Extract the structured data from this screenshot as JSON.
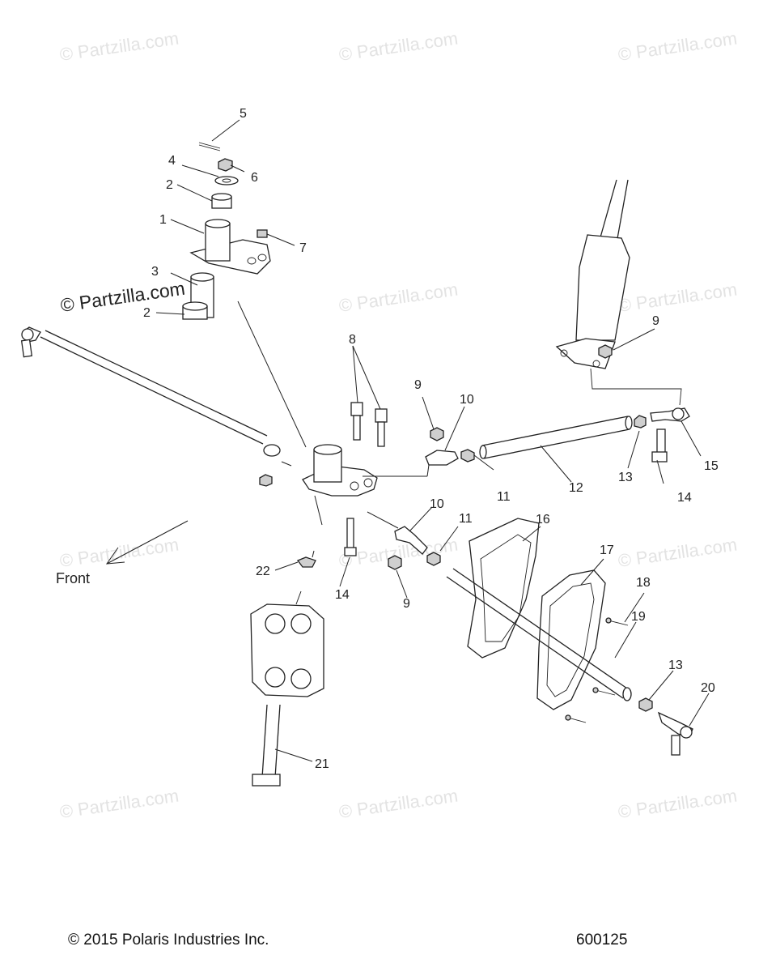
{
  "watermark": "© Partzilla.com",
  "logo_text": "© Partzilla.com",
  "front_label": "Front",
  "footer": {
    "copyright": "© 2015 Polaris Industries Inc.",
    "diagram_number": "600125"
  },
  "callouts": [
    {
      "id": "c1",
      "label": "1"
    },
    {
      "id": "c2a",
      "label": "2"
    },
    {
      "id": "c2b",
      "label": "2"
    },
    {
      "id": "c3",
      "label": "3"
    },
    {
      "id": "c4",
      "label": "4"
    },
    {
      "id": "c5",
      "label": "5"
    },
    {
      "id": "c6",
      "label": "6"
    },
    {
      "id": "c7",
      "label": "7"
    },
    {
      "id": "c8",
      "label": "8"
    },
    {
      "id": "c9a",
      "label": "9"
    },
    {
      "id": "c9b",
      "label": "9"
    },
    {
      "id": "c9c",
      "label": "9"
    },
    {
      "id": "c10a",
      "label": "10"
    },
    {
      "id": "c10b",
      "label": "10"
    },
    {
      "id": "c11a",
      "label": "11"
    },
    {
      "id": "c11b",
      "label": "11"
    },
    {
      "id": "c12",
      "label": "12"
    },
    {
      "id": "c13a",
      "label": "13"
    },
    {
      "id": "c13b",
      "label": "13"
    },
    {
      "id": "c14a",
      "label": "14"
    },
    {
      "id": "c14b",
      "label": "14"
    },
    {
      "id": "c15",
      "label": "15"
    },
    {
      "id": "c16",
      "label": "16"
    },
    {
      "id": "c17",
      "label": "17"
    },
    {
      "id": "c18",
      "label": "18"
    },
    {
      "id": "c19",
      "label": "19"
    },
    {
      "id": "c20",
      "label": "20"
    },
    {
      "id": "c21",
      "label": "21"
    },
    {
      "id": "c22",
      "label": "22"
    }
  ]
}
